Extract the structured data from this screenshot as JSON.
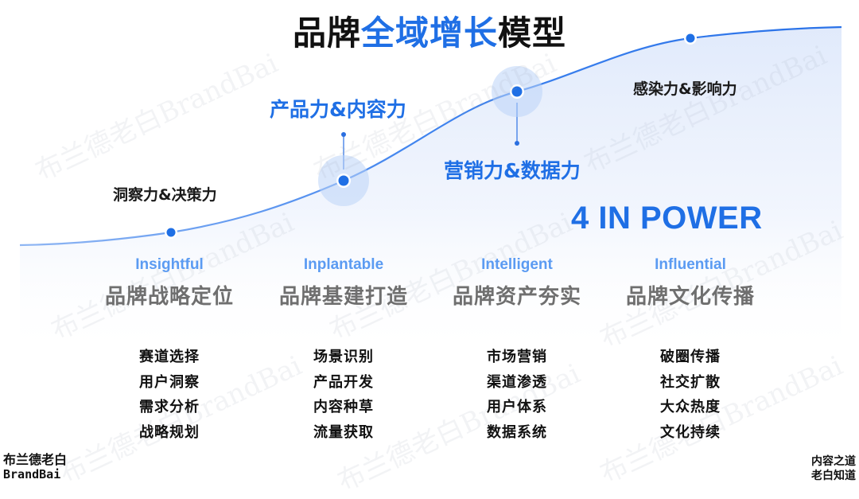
{
  "title": {
    "part1": "品牌",
    "part2": "全域增长",
    "part3": "模型"
  },
  "curve_labels": [
    "洞察力&决策力",
    "产品力&内容力",
    "营销力&数据力",
    "感染力&影响力"
  ],
  "power_text": "4 IN POWER",
  "columns": [
    {
      "en": "Insightful",
      "cn": "品牌战略定位",
      "items": [
        "赛道选择",
        "用户洞察",
        "需求分析",
        "战略规划"
      ]
    },
    {
      "en": "Inplantable",
      "cn": "品牌基建打造",
      "items": [
        "场景识别",
        "产品开发",
        "内容种草",
        "流量获取"
      ]
    },
    {
      "en": "Intelligent",
      "cn": "品牌资产夯实",
      "items": [
        "市场营销",
        "渠道渗透",
        "用户体系",
        "数据系统"
      ]
    },
    {
      "en": "Influential",
      "cn": "品牌文化传播",
      "items": [
        "破圈传播",
        "社交扩散",
        "大众热度",
        "文化持续"
      ]
    }
  ],
  "brand_left": {
    "line1": "布兰德老白",
    "line2": "BrandBai"
  },
  "brand_right": {
    "line1": "内容之道",
    "line2": "老白知道"
  },
  "watermark": "布兰德老白BrandBai",
  "colors": {
    "accent": "#1f6fe5",
    "light_accent": "#5b9bf2",
    "band": "#e8f0fd"
  },
  "icons": [
    "curve-node-icon"
  ]
}
